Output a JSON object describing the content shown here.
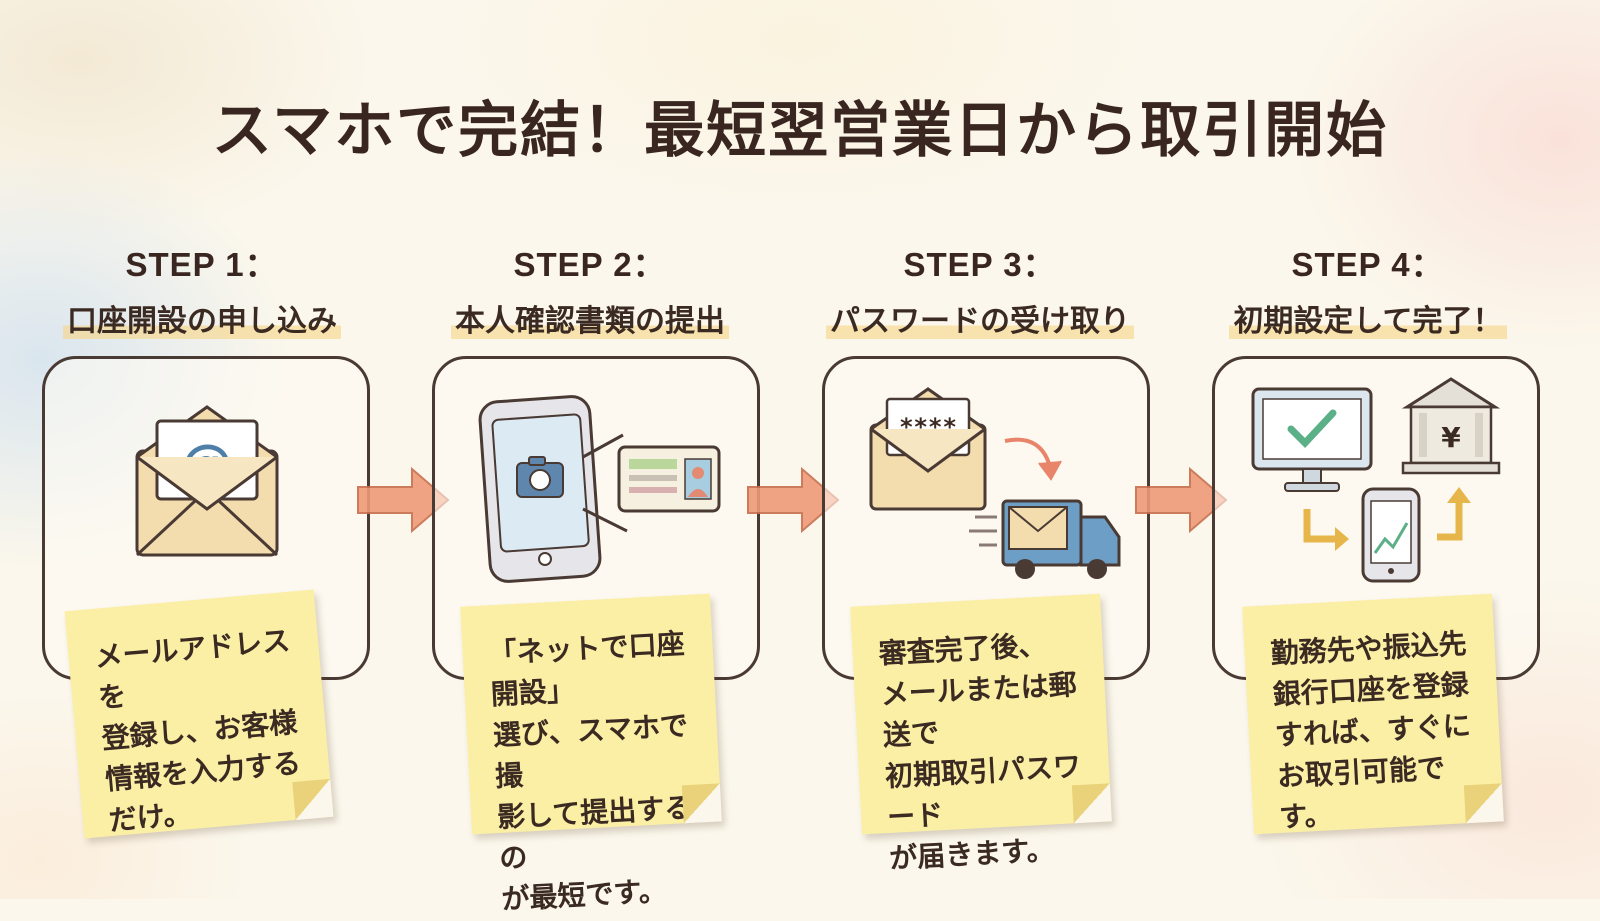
{
  "title": "スマホで完結！最短翌営業日から取引開始",
  "steps": [
    {
      "label": "STEP 1：",
      "name": "口座開設の申し込み",
      "note": "メールアドレスを\n登録し、お客様\n情報を入力する\nだけ。",
      "icon": "envelope-at-icon"
    },
    {
      "label": "STEP 2：",
      "name": "本人確認書類の提出",
      "note": "「ネットで口座開設」\n選び、スマホで撮\n影して提出するの\nが最短です。",
      "icon": "smartphone-camera-icon"
    },
    {
      "label": "STEP 3：",
      "name": "パスワードの受け取り",
      "note": "審査完了後、\nメールまたは郵送で\n初期取引パスワード\nが届きます。",
      "icon": "password-mail-truck-icon"
    },
    {
      "label": "STEP 4：",
      "name": "初期設定して完了！",
      "note": "勤務先や振込先\n銀行口座を登録\nすれば、すぐに\nお取引可能です。",
      "icon": "monitor-bank-phone-icon"
    }
  ],
  "icon_texts": {
    "at_sign": "@",
    "password_mask": "****",
    "yen": "¥"
  },
  "colors": {
    "arrow": "#ee9a78",
    "note": "#fbeea5",
    "outline": "#4a3a34",
    "envelope": "#f3dcae",
    "truck": "#7aa6c8",
    "check": "#5bb088"
  }
}
